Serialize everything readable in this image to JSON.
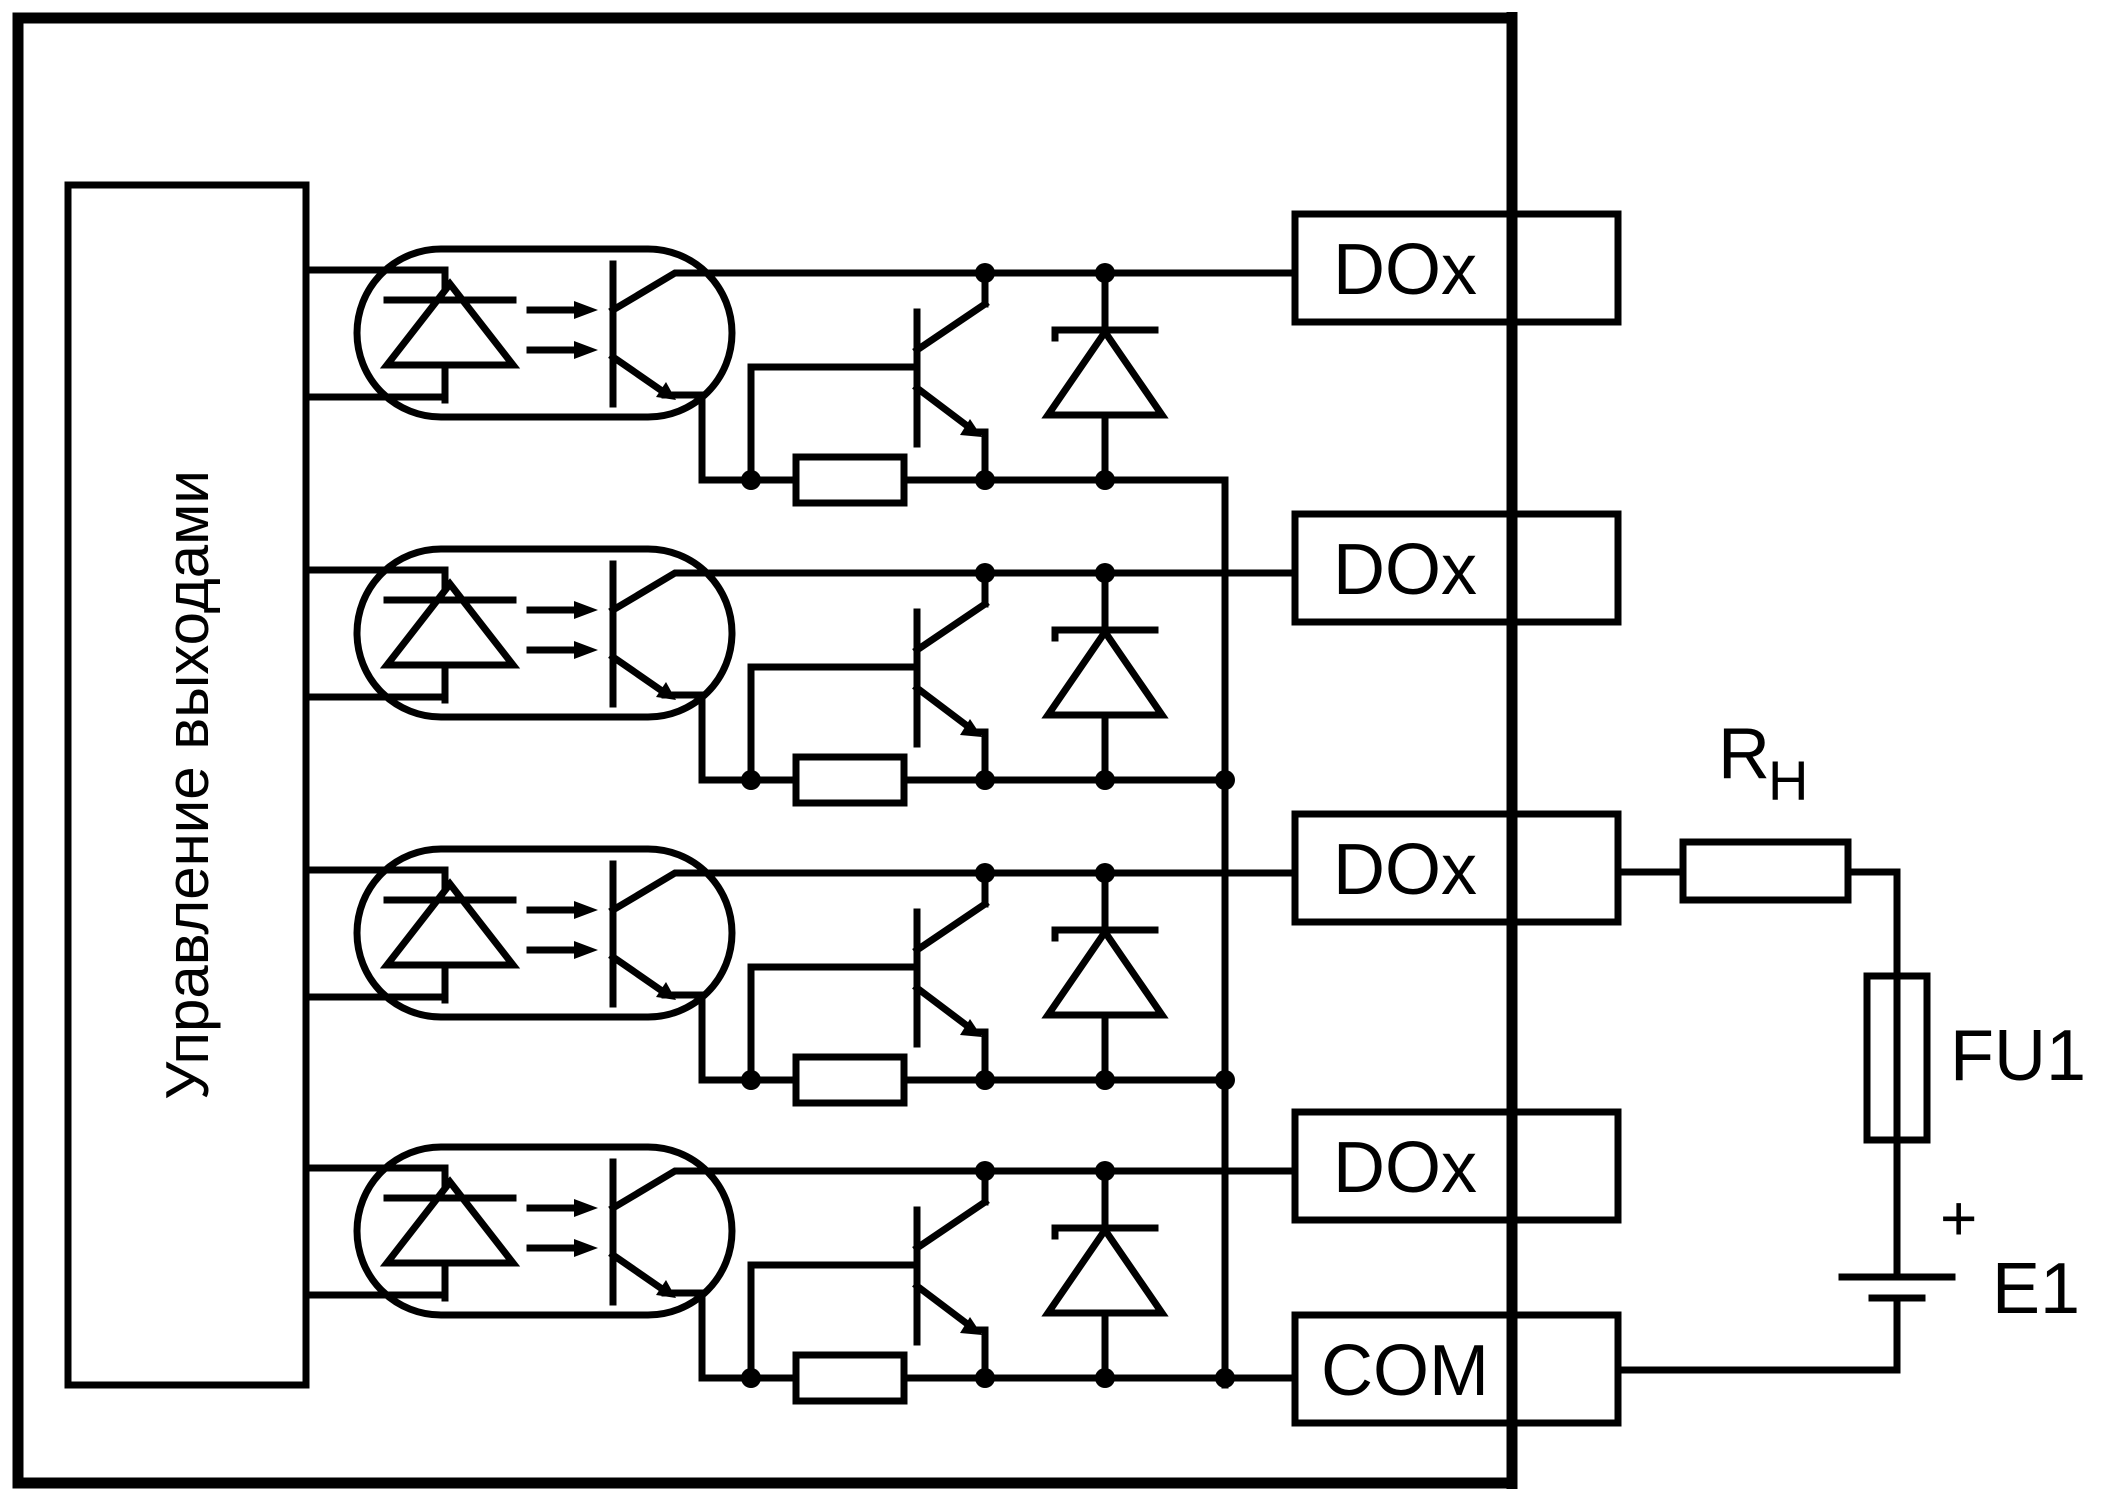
{
  "module": {
    "control_block_label": "Управление выходами"
  },
  "terminals": [
    {
      "label": "DOx"
    },
    {
      "label": "DOx"
    },
    {
      "label": "DOx"
    },
    {
      "label": "DOx"
    },
    {
      "label": "COM"
    }
  ],
  "external": {
    "load_resistor": {
      "letter": "R",
      "subscript": "Н"
    },
    "fuse_label": "FU1",
    "battery_label": "E1",
    "battery_polarity": "+"
  }
}
